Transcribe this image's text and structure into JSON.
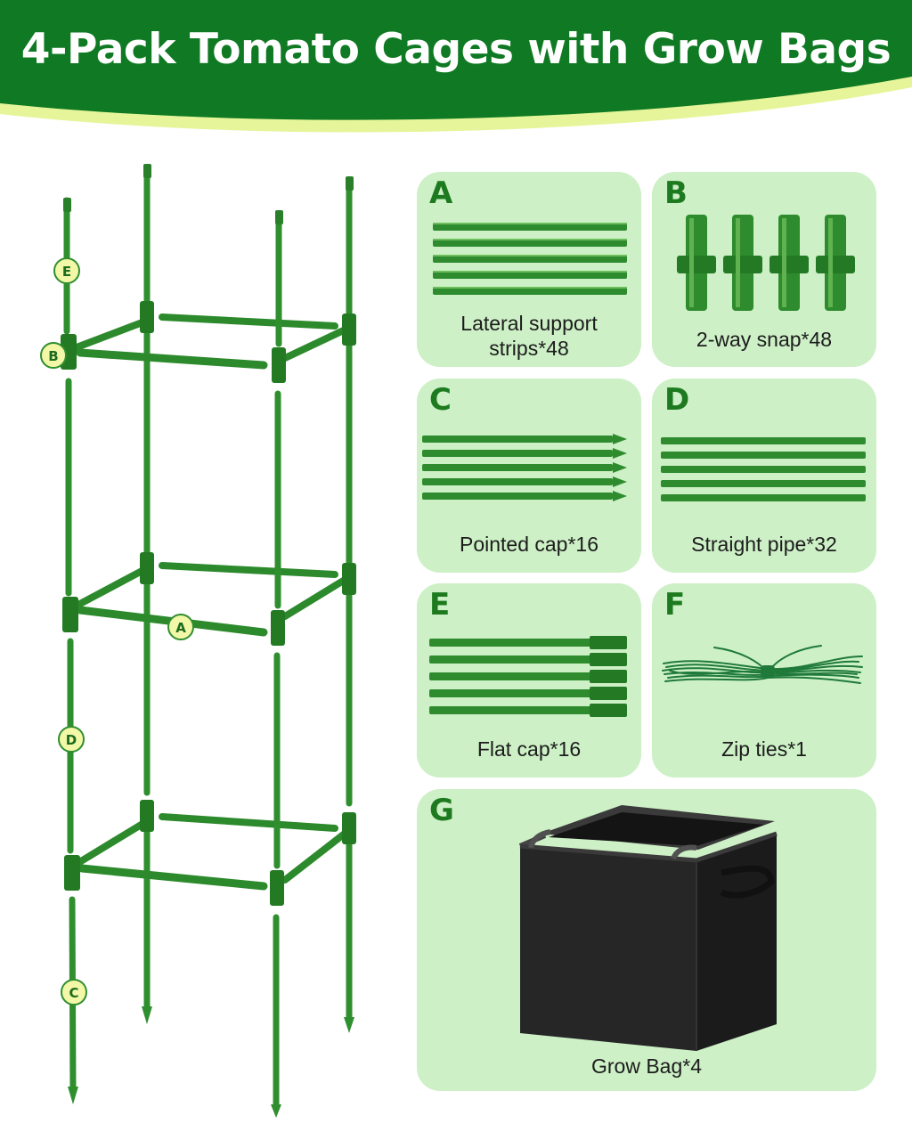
{
  "header": {
    "title": "4-Pack Tomato Cages with Grow Bags"
  },
  "colors": {
    "banner_green": "#0f7a23",
    "banner_stripe": "#e6f59a",
    "panel_bg": "#cdf0c6",
    "part_green": "#2f8f2f",
    "letter_green": "#1d7a1f",
    "callout_bg": "#f3f7a8"
  },
  "diagram": {
    "callouts": [
      "E",
      "B",
      "A",
      "D",
      "C"
    ]
  },
  "parts": [
    {
      "letter": "A",
      "label_lines": [
        "Lateral support",
        "strips*48"
      ],
      "icon": "lateral-support-strips"
    },
    {
      "letter": "B",
      "label_lines": [
        "2-way snap*48"
      ],
      "icon": "two-way-snap"
    },
    {
      "letter": "C",
      "label_lines": [
        "Pointed cap*16"
      ],
      "icon": "pointed-cap-stakes"
    },
    {
      "letter": "D",
      "label_lines": [
        "Straight pipe*32"
      ],
      "icon": "straight-pipes"
    },
    {
      "letter": "E",
      "label_lines": [
        "Flat cap*16"
      ],
      "icon": "flat-cap-stakes"
    },
    {
      "letter": "F",
      "label_lines": [
        "Zip ties*1"
      ],
      "icon": "zip-ties"
    },
    {
      "letter": "G",
      "label_lines": [
        "Grow Bag*4"
      ],
      "icon": "grow-bag"
    }
  ]
}
